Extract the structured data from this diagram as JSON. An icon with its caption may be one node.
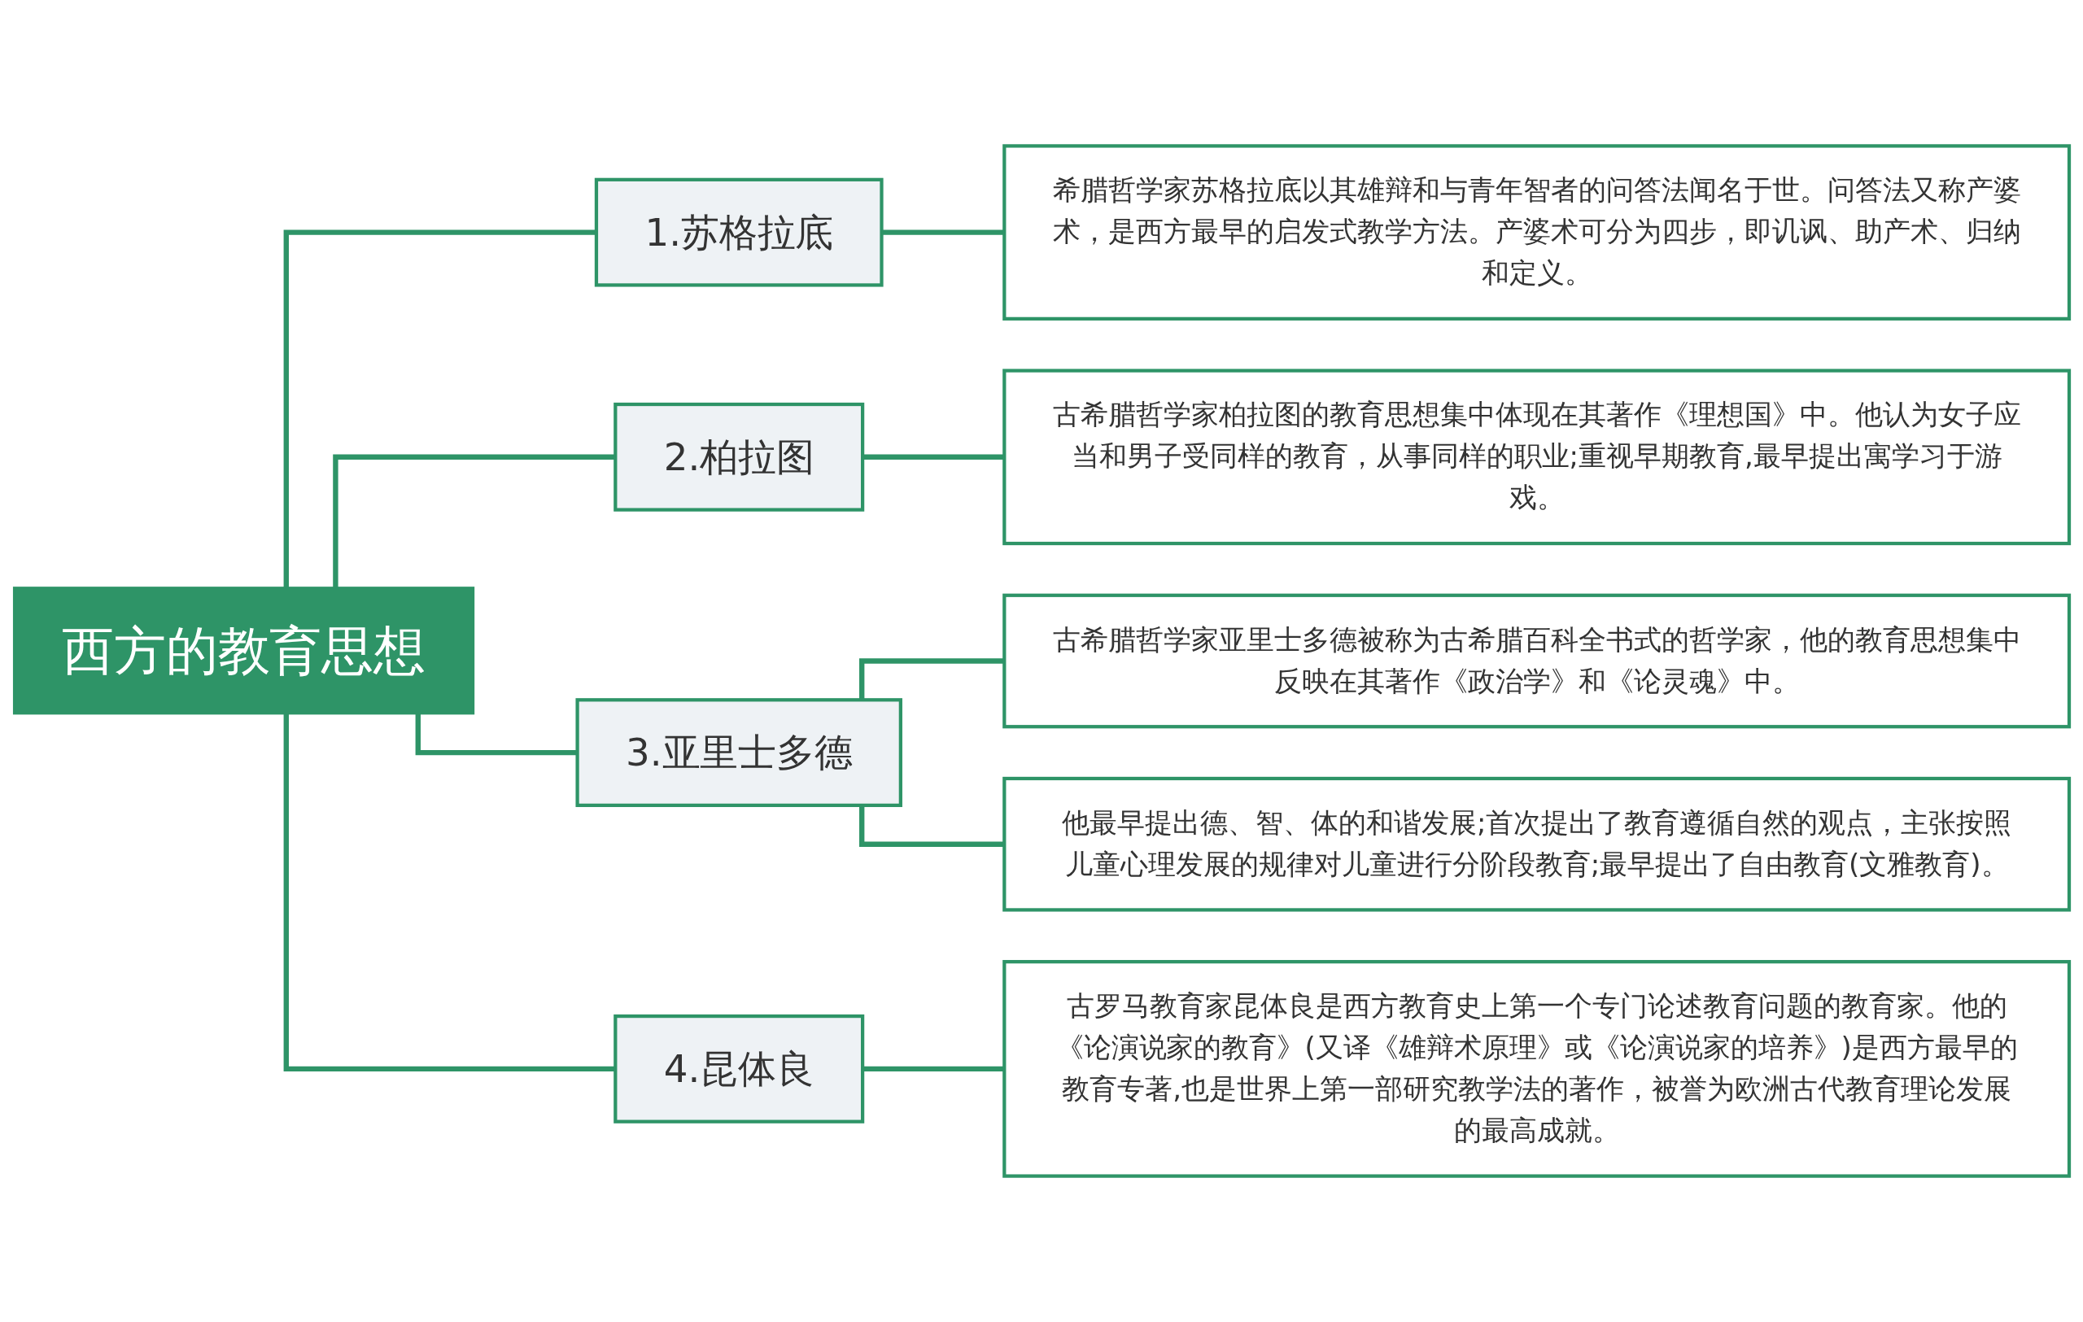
{
  "diagram": {
    "nodes": [
      {
        "text": [
          "西方的教育思想"
        ]
      },
      {
        "text": [
          "1.苏格拉底"
        ]
      },
      {
        "text": [
          "希腊哲学家苏格拉底以其雄辩和与青年智者的问答法闻名于世。问答法又称产婆术，是西方最早的启发式教学方法。产婆术可分为四步，即讥讽、助产术、归纳和定义。"
        ]
      },
      {
        "text": [
          "2.柏拉图"
        ]
      },
      {
        "text": [
          "古希腊哲学家柏拉图的教育思想集中体现在其著作《理想国》中。他认为女子应当和男子受同样的教育，从事同样的职业;重视早期教育,最早提出寓学习于游戏。"
        ]
      },
      {
        "text": [
          "3.亚里士多德"
        ]
      },
      {
        "text": [
          "古希腊哲学家亚里士多德被称为古希腊百科全书式的哲学家，他的教育思想集中反映在其著作《政治学》和《论灵魂》中。"
        ]
      },
      {
        "text": [
          "他最早提出德、智、体的和谐发展;首次提出了教育遵循自然的观点，主张按照儿童心理发展的规律对儿童进行分阶段教育;最早提出了自由教育(文雅教育)。"
        ]
      },
      {
        "text": [
          "4.昆体良"
        ]
      },
      {
        "text": [
          "古罗马教育家昆体良是西方教育史上第一个专门论述教育问题的教育家。他的《论演说家的教育》(又译《雄辩术原理》或《论演说家的培养》)是西方最早的教育专著,也是世界上第一部研究教学法的著作，被誉为欧洲古代教育理论发展的最高成就。"
        ]
      }
    ],
    "edges": [
      {
        "from": 0,
        "to": 1,
        "arrow": "none"
      },
      {
        "from": 1,
        "to": 2,
        "arrow": "none"
      },
      {
        "from": 0,
        "to": 3,
        "arrow": "none"
      },
      {
        "from": 3,
        "to": 4,
        "arrow": "none"
      },
      {
        "from": 0,
        "to": 5,
        "arrow": "none"
      },
      {
        "from": 5,
        "to": 6,
        "arrow": "none"
      },
      {
        "from": 5,
        "to": 7,
        "arrow": "none"
      },
      {
        "from": 0,
        "to": 8,
        "arrow": "none"
      },
      {
        "from": 8,
        "to": 9,
        "arrow": "none"
      }
    ]
  }
}
